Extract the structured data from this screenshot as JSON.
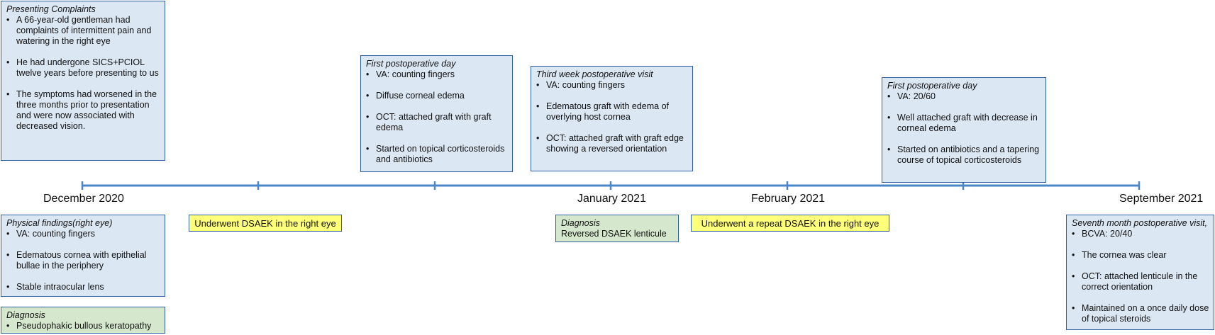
{
  "colors": {
    "timeline": "#4a86c8",
    "box_blue": "#dbe7f3",
    "box_green": "#d5e8cd",
    "box_yellow": "#ffff7a",
    "box_border": "#2f5fa5"
  },
  "dates": {
    "dec_2020": "December 2020",
    "jan_2021": "January 2021",
    "feb_2021": "February 2021",
    "sep_2021": "September 2021"
  },
  "presenting": {
    "heading": "Presenting Complaints",
    "items": [
      "A 66-year-old gentleman had complaints of intermittent pain and watering in the right eye",
      "He had undergone SICS+PCIOL twelve years before presenting to us",
      "The symptoms had worsened in the three months prior to presentation and were now associated with decreased vision."
    ]
  },
  "physical": {
    "heading": "Physical findings(right eye)",
    "items": [
      "VA: counting fingers",
      "Edematous cornea with epithelial bullae in the periphery",
      "Stable intraocular lens"
    ]
  },
  "diagnosis1": {
    "heading": "Diagnosis",
    "items": [
      "Pseudophakic bullous keratopathy"
    ]
  },
  "surgery1": {
    "label": "Underwent DSAEK in the right eye"
  },
  "postop1": {
    "heading": "First postoperative day",
    "items": [
      "VA: counting fingers",
      "Diffuse corneal edema",
      "OCT: attached graft with graft edema",
      "Started on topical corticosteroids and antibiotics"
    ]
  },
  "third_week": {
    "heading": "Third week postoperative visit",
    "items": [
      "VA: counting fingers",
      "Edematous graft with edema of overlying host cornea",
      "OCT: attached graft with graft edge showing a reversed orientation"
    ]
  },
  "diagnosis2": {
    "heading": "Diagnosis",
    "text": "Reversed DSAEK lenticule"
  },
  "surgery2": {
    "label": "Underwent a repeat DSAEK in the right eye"
  },
  "postop2": {
    "heading": "First postoperative day",
    "items": [
      "VA: 20/60",
      "Well attached graft with decrease in corneal edema",
      "Started on antibiotics  and a tapering course of topical corticosteroids"
    ]
  },
  "seventh_month": {
    "heading": "Seventh month postoperative visit,",
    "items": [
      "BCVA: 20/40",
      "The cornea was clear",
      "OCT: attached lenticule in the correct orientation",
      "Maintained on a once daily dose of topical steroids"
    ]
  }
}
